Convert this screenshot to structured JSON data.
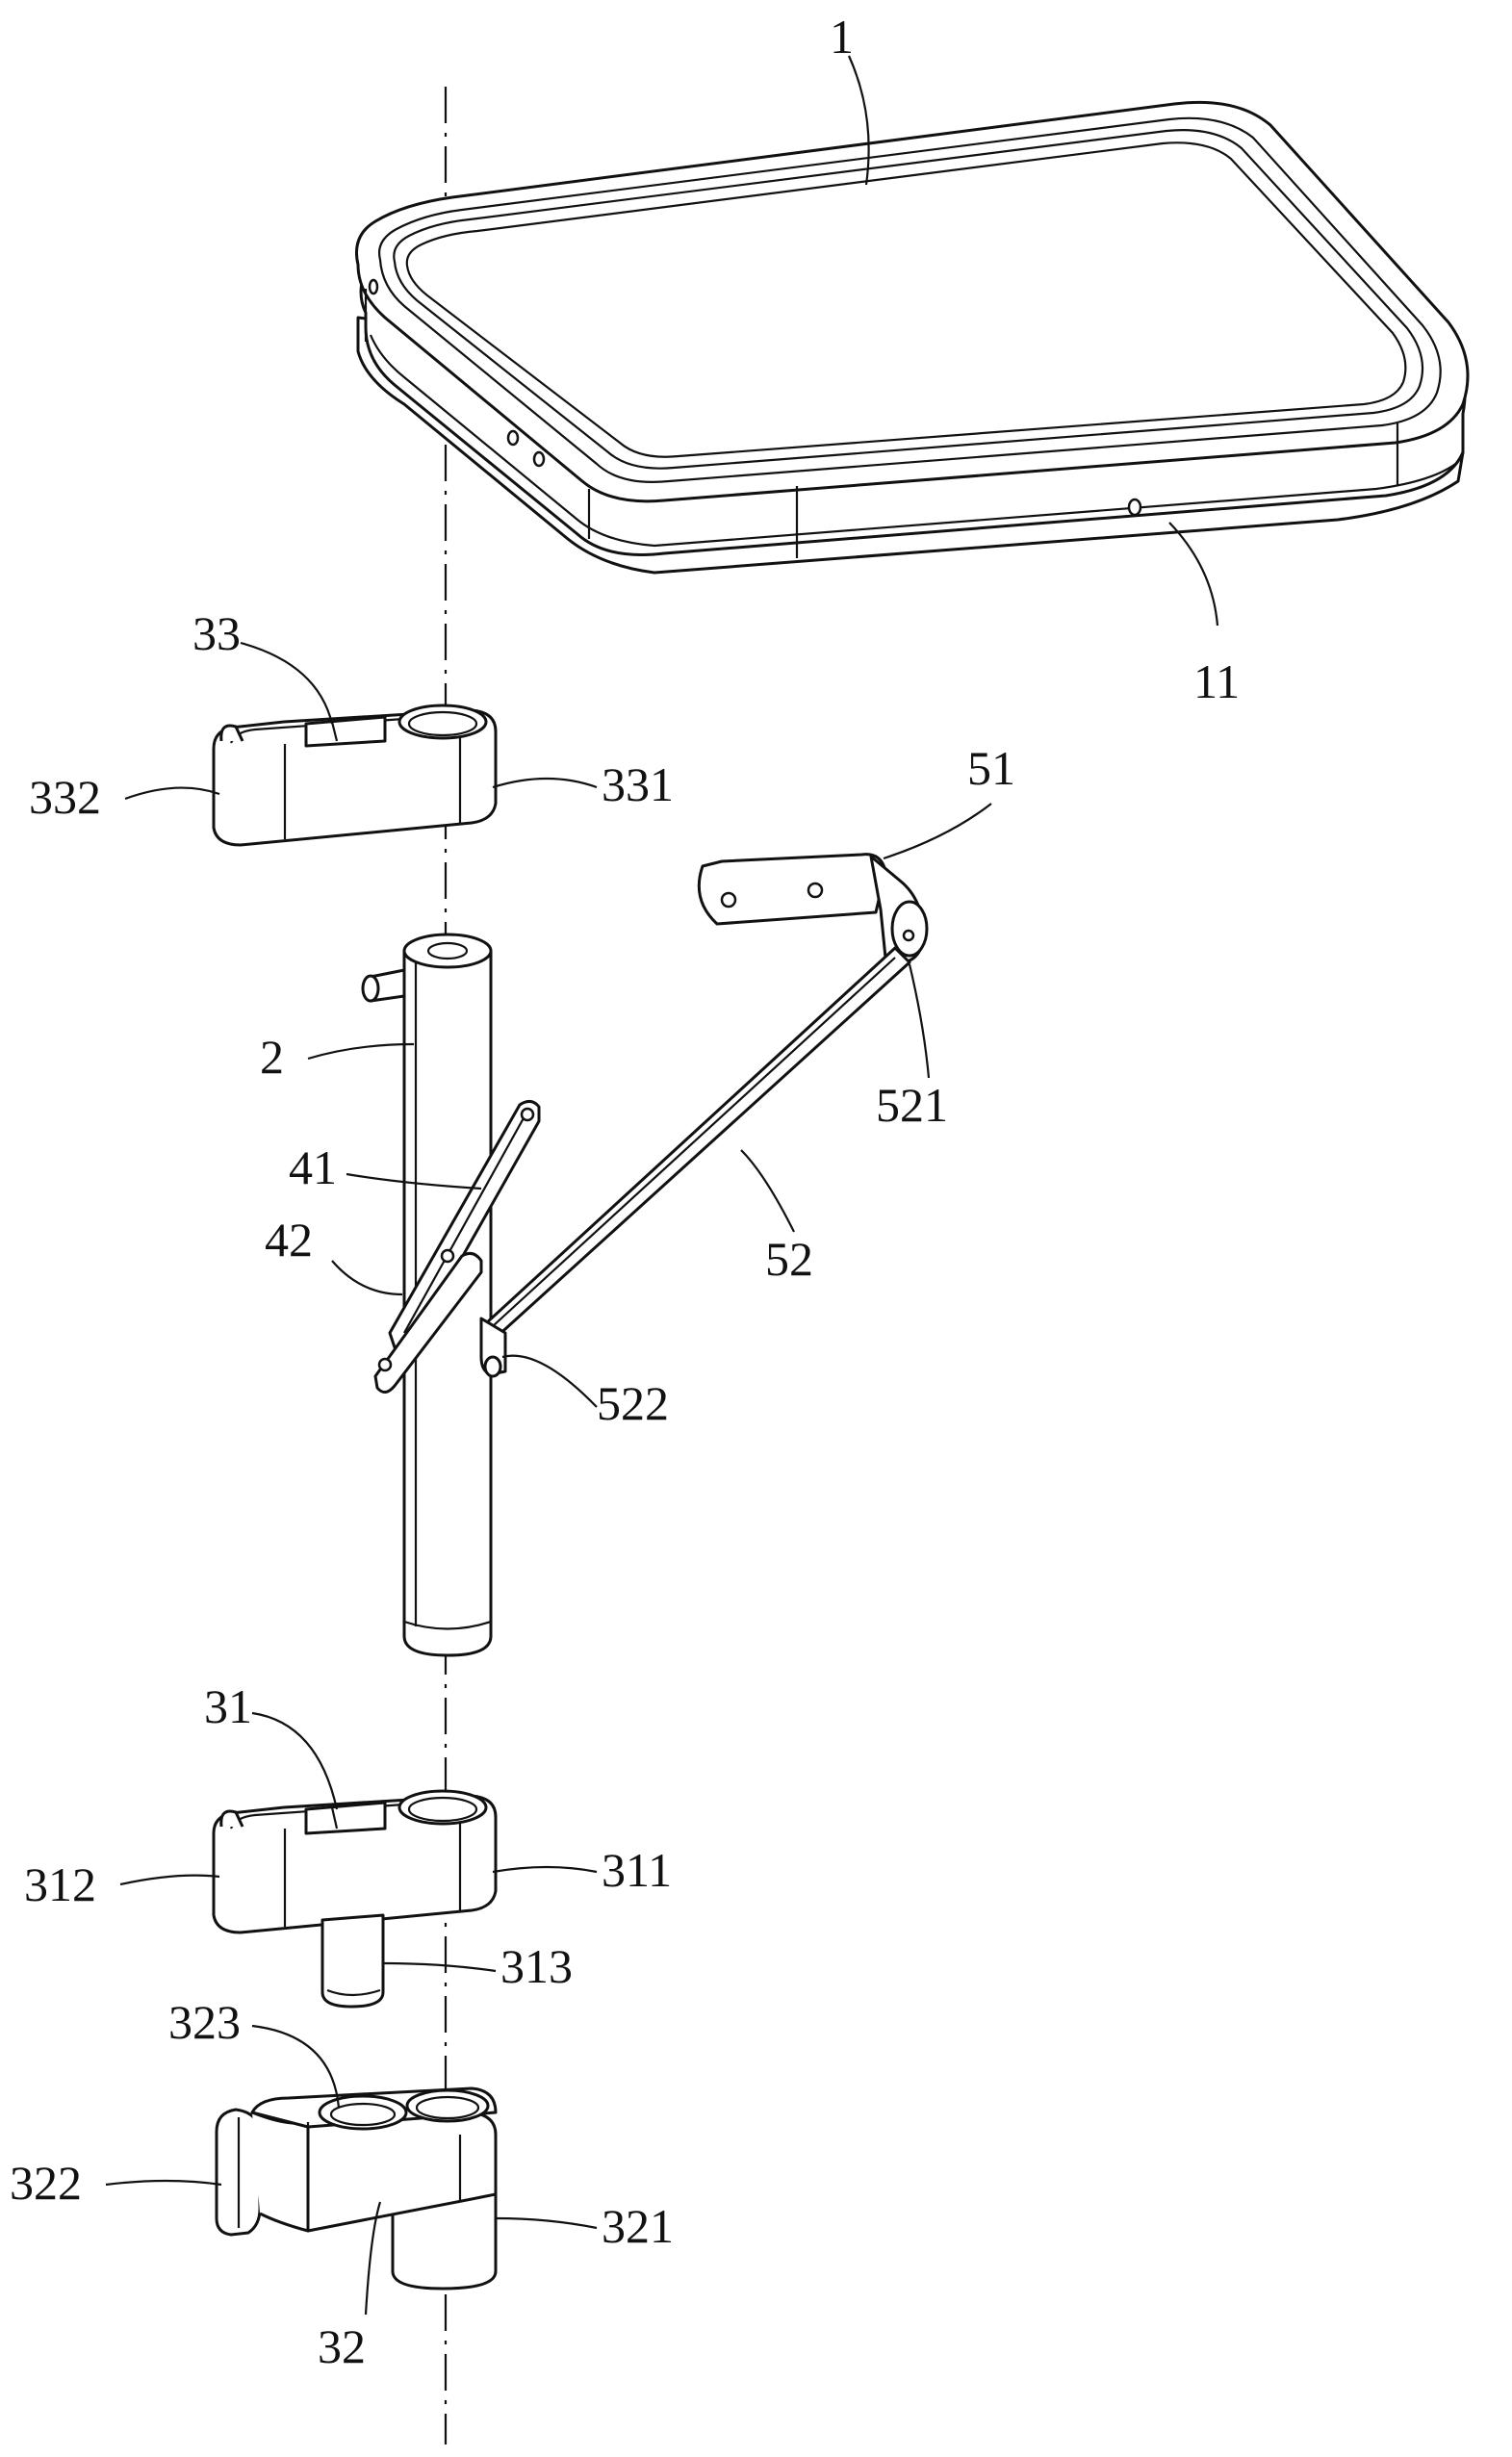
{
  "figure": {
    "labels": {
      "tray": "1",
      "tray_rim": "11",
      "upper_clamp": "33",
      "upper_clamp_left": "332",
      "upper_clamp_right": "331",
      "pole": "2",
      "bracket_top": "51",
      "strut_pin_top": "521",
      "link_41": "41",
      "link_42": "42",
      "strut": "52",
      "strut_pin_bottom": "522",
      "middle_clamp": "31",
      "middle_clamp_left": "312",
      "middle_clamp_right": "311",
      "middle_clamp_stem": "313",
      "lower_clamp_hole": "323",
      "lower_clamp_left": "322",
      "lower_clamp_right": "321",
      "lower_clamp": "32"
    },
    "line_color": "#111111",
    "background": "#ffffff"
  }
}
